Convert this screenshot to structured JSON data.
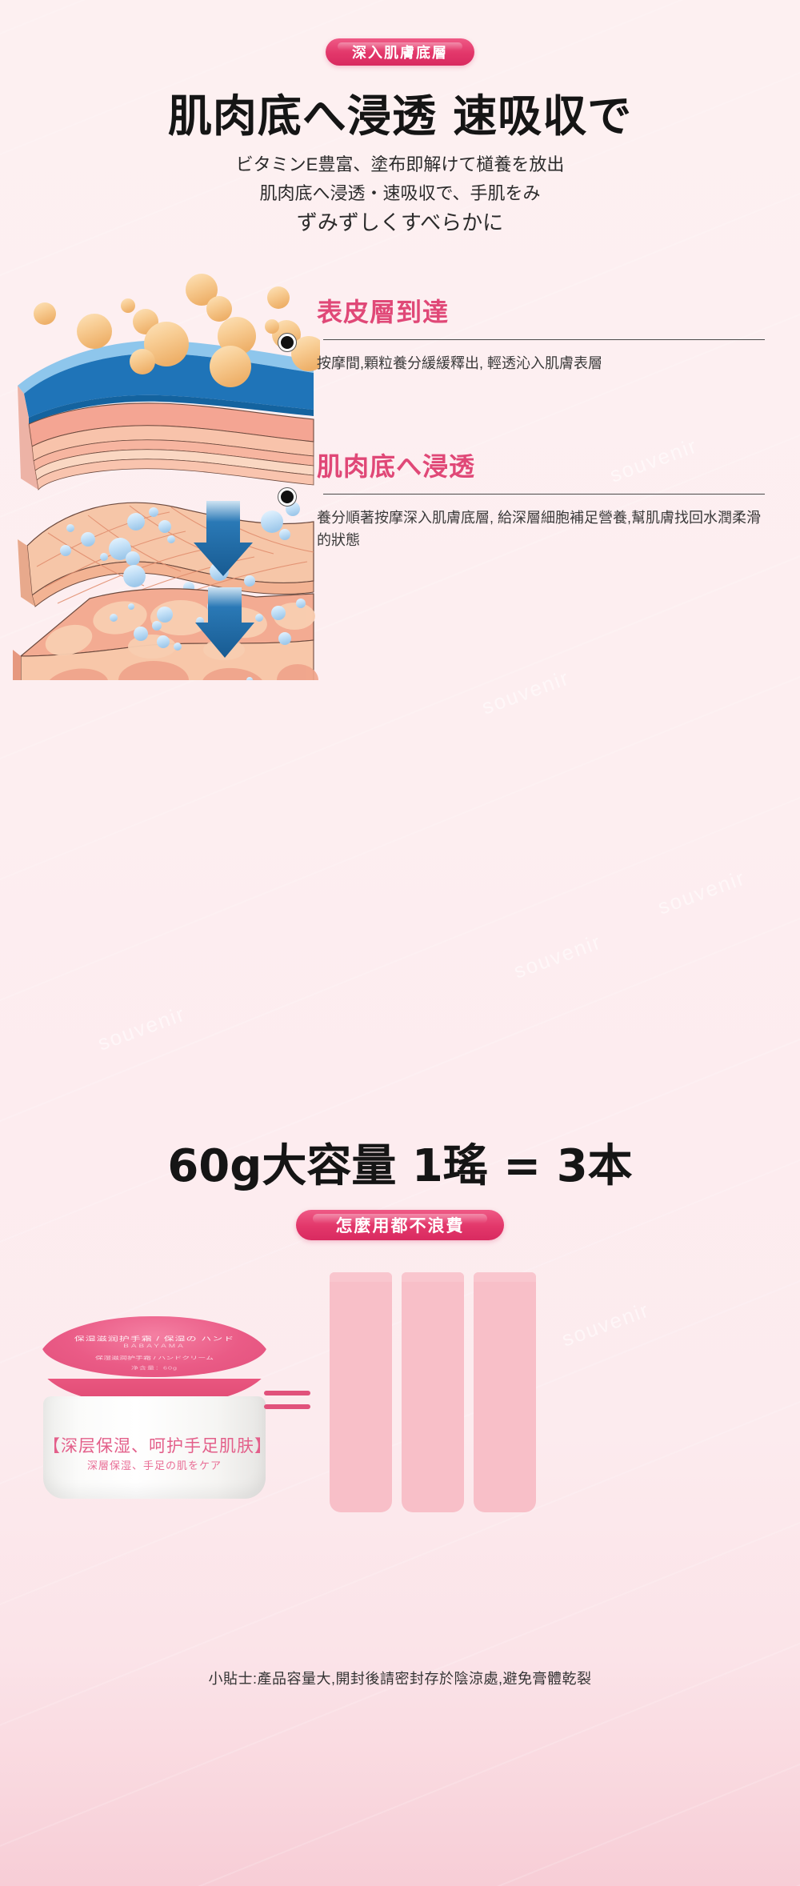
{
  "hero": {
    "badge": "深入肌膚底層",
    "heading": "肌肉底へ浸透 速吸収で",
    "sub_line_1": "ビタミンE豊富、塗布即解けて檤養を放出",
    "sub_line_2": "肌肉底へ浸透・速吸収で、手肌をみ",
    "sub_line_3": "ずみずしくすべらかに"
  },
  "callouts": [
    {
      "title": "表皮層到達",
      "body": "按摩間,顆粒養分緩緩釋出, 輕透沁入肌膚表層"
    },
    {
      "title": "肌肉底へ浸透",
      "body": "養分順著按摩深入肌膚底層, 給深層細胞補足營養,幫肌膚找回水潤柔滑的狀態"
    }
  ],
  "volume": {
    "heading": "60g大容量 1瑤 = 3本",
    "badge": "怎麼用都不浪費"
  },
  "product": {
    "jar": {
      "lid_label": "保湿滋润护手霜 / 保湿の ハンド",
      "lid_brand": "BABAYAMA",
      "lid_sub": "保湿滋润护手霜 / ハンドクリーム",
      "lid_weight": "净含量：60g",
      "body_text_cn": "【深层保湿、呵护手足肌肤】",
      "body_text_jp": "深層保湿、手足の肌をケア"
    },
    "equals_symbol": "=",
    "tube_count": 3
  },
  "footer": {
    "note": "小貼士:產品容量大,開封後請密封存於陰涼處,避免膏體乾裂"
  },
  "colors": {
    "brand_pink": "#e2376a",
    "accent_pink": "#e04877",
    "jar_pink": "#ec5a85",
    "tube_pink": "#f8bfc8",
    "skin_blue": "#1f74b8",
    "bead_orange": "#f6c98a",
    "droplet_blue": "#bcdcf5",
    "background_top": "#fdf0f1",
    "background_bottom": "#f7cdd6"
  },
  "watermarks": [
    "souvenir",
    "souvenir",
    "souvenir",
    "souvenir",
    "souvenir",
    "souvenir"
  ]
}
